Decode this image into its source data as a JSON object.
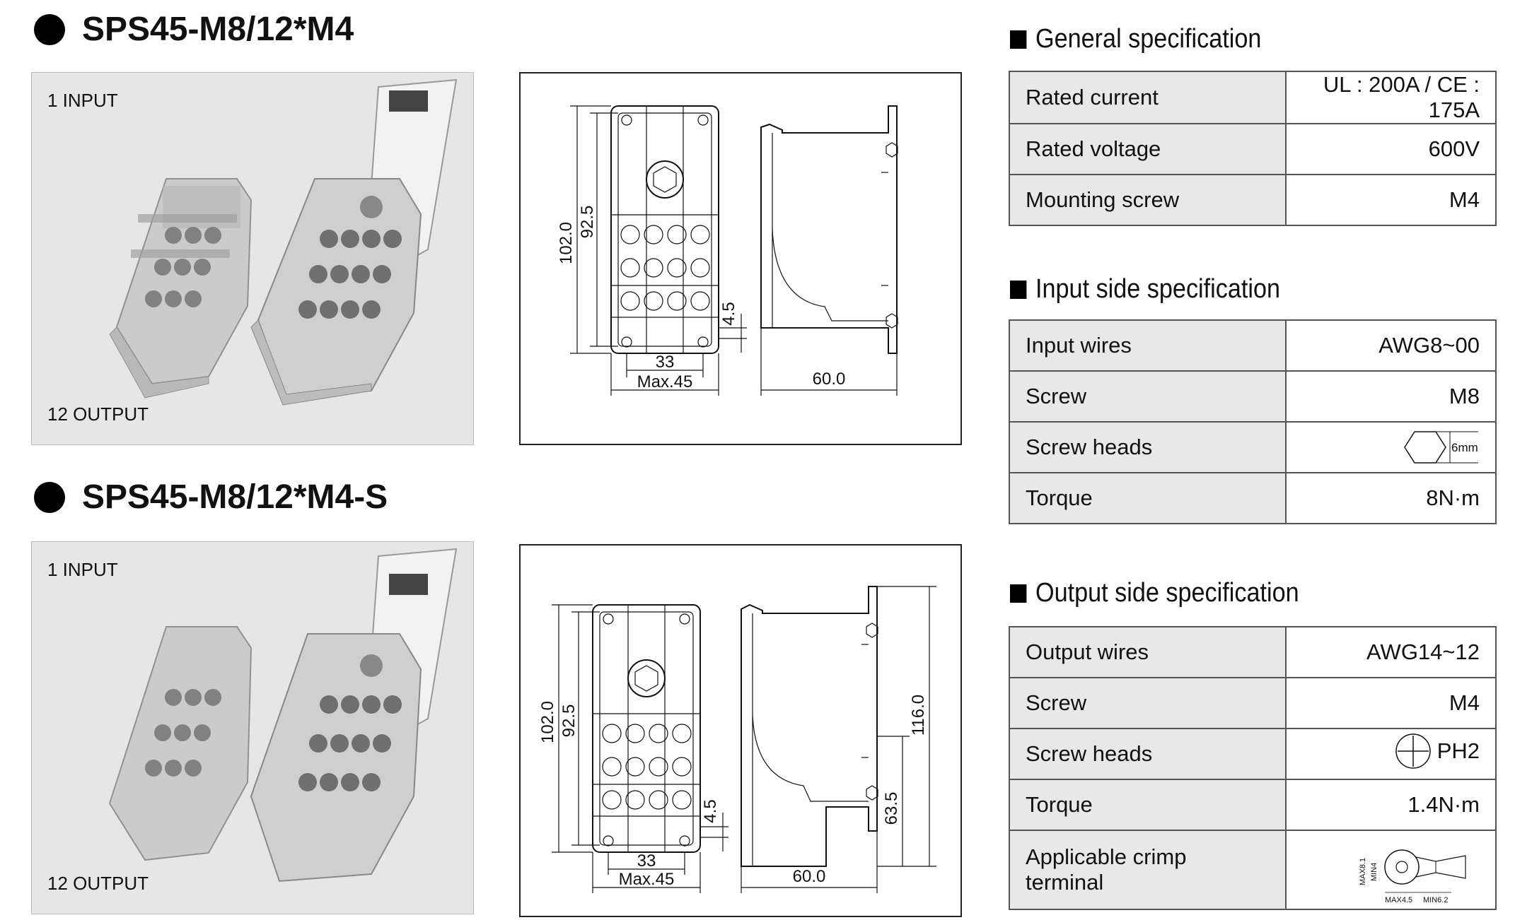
{
  "models": [
    {
      "title": "SPS45-M8/12*M4",
      "input_label": "1 INPUT",
      "output_label": "12 OUTPUT",
      "dims": {
        "height_total": "102.0",
        "height_inner": "92.5",
        "offset": "4.5",
        "width_inner": "33",
        "width_max": "Max.45",
        "depth": "60.0"
      }
    },
    {
      "title": "SPS45-M8/12*M4-S",
      "input_label": "1 INPUT",
      "output_label": "12 OUTPUT",
      "dims": {
        "height_total": "102.0",
        "height_inner": "92.5",
        "offset": "4.5",
        "width_inner": "33",
        "width_max": "Max.45",
        "depth": "60.0",
        "side_height": "116.0",
        "side_lower": "63.5"
      }
    }
  ],
  "general": {
    "heading": "General specification",
    "rows": [
      {
        "key": "Rated current",
        "value": "UL : 200A / CE : 175A"
      },
      {
        "key": "Rated voltage",
        "value": "600V"
      },
      {
        "key": "Mounting screw",
        "value": "M4"
      }
    ]
  },
  "input": {
    "heading": "Input side specification",
    "rows": [
      {
        "key": "Input wires",
        "value": "AWG8~00"
      },
      {
        "key": "Screw",
        "value": "M8"
      },
      {
        "key": "Screw heads",
        "value": "",
        "icon": "hex-head-icon",
        "icon_label": "6mm"
      },
      {
        "key": "Torque",
        "value": "8N·m"
      }
    ]
  },
  "output": {
    "heading": "Output side specification",
    "rows": [
      {
        "key": "Output wires",
        "value": "AWG14~12"
      },
      {
        "key": "Screw",
        "value": "M4"
      },
      {
        "key": "Screw heads",
        "value": "PH2",
        "icon": "phillips-head-icon"
      },
      {
        "key": "Torque",
        "value": "1.4N·m"
      },
      {
        "key": "Applicable crimp terminal",
        "value": "",
        "icon": "ring-terminal-icon",
        "icon_labels": [
          "MAX8.1",
          "MIN4",
          "MAX4.5",
          "MIN6.2"
        ]
      }
    ]
  }
}
